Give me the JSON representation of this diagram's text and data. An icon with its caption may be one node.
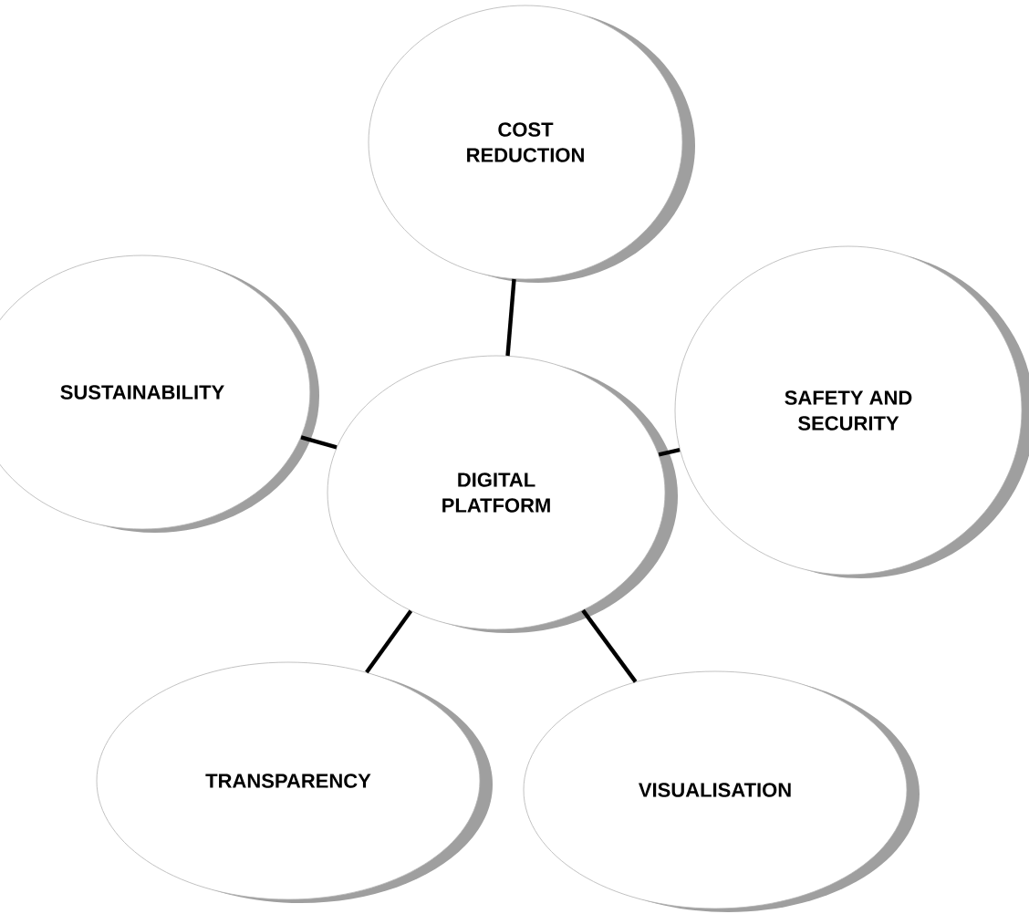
{
  "diagram": {
    "nodes": [
      {
        "text": [
          "COST REDUCTION"
        ]
      },
      {
        "text": [
          "SUSTAINABILITY"
        ]
      },
      {
        "text": [
          "DIGITAL PLATFORM"
        ]
      },
      {
        "text": [
          "SAFETY AND SECURITY"
        ]
      },
      {
        "text": [
          "TRANSPARENCY"
        ]
      },
      {
        "text": [
          "VISUALISATION"
        ]
      }
    ],
    "edges": [
      {
        "from": 0,
        "to": 2,
        "arrow": "none"
      },
      {
        "from": 1,
        "to": 2,
        "arrow": "none"
      },
      {
        "from": 3,
        "to": 2,
        "arrow": "none"
      },
      {
        "from": 2,
        "to": 4,
        "arrow": "none"
      },
      {
        "from": 2,
        "to": 5,
        "arrow": "none"
      }
    ]
  }
}
